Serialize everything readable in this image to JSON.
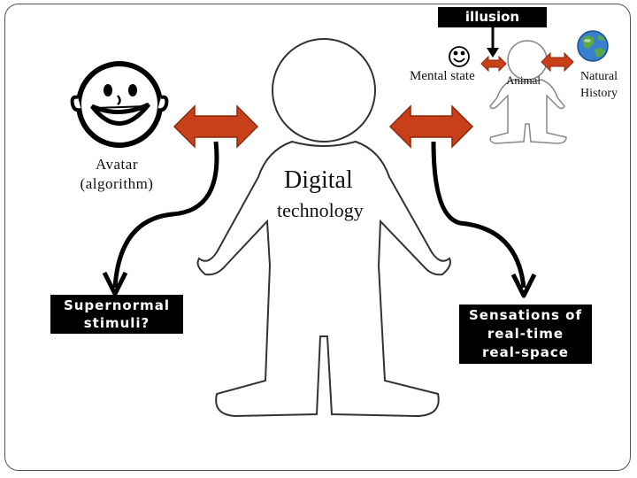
{
  "labels": {
    "illusion": "illusion",
    "mental_state": "Mental state",
    "animal": "Animal",
    "natural_history_line1": "Natural",
    "natural_history_line2": "History",
    "avatar_line1": "Avatar",
    "avatar_line2": "(algorithm)",
    "digital": "Digital",
    "technology": "technology",
    "supernormal_line1": "Supernormal",
    "supernormal_line2": "stimuli?",
    "sensations_line1": "Sensations of",
    "sensations_line2": "real-time",
    "sensations_line3": "real-space"
  },
  "colors": {
    "arrow_fill": "#c8401a",
    "arrow_stroke": "#8a2a0e",
    "box_bg": "#000000",
    "box_text": "#ffffff"
  },
  "icons": [
    "smiley-face-icon",
    "globe-icon",
    "human-figure-icon"
  ]
}
